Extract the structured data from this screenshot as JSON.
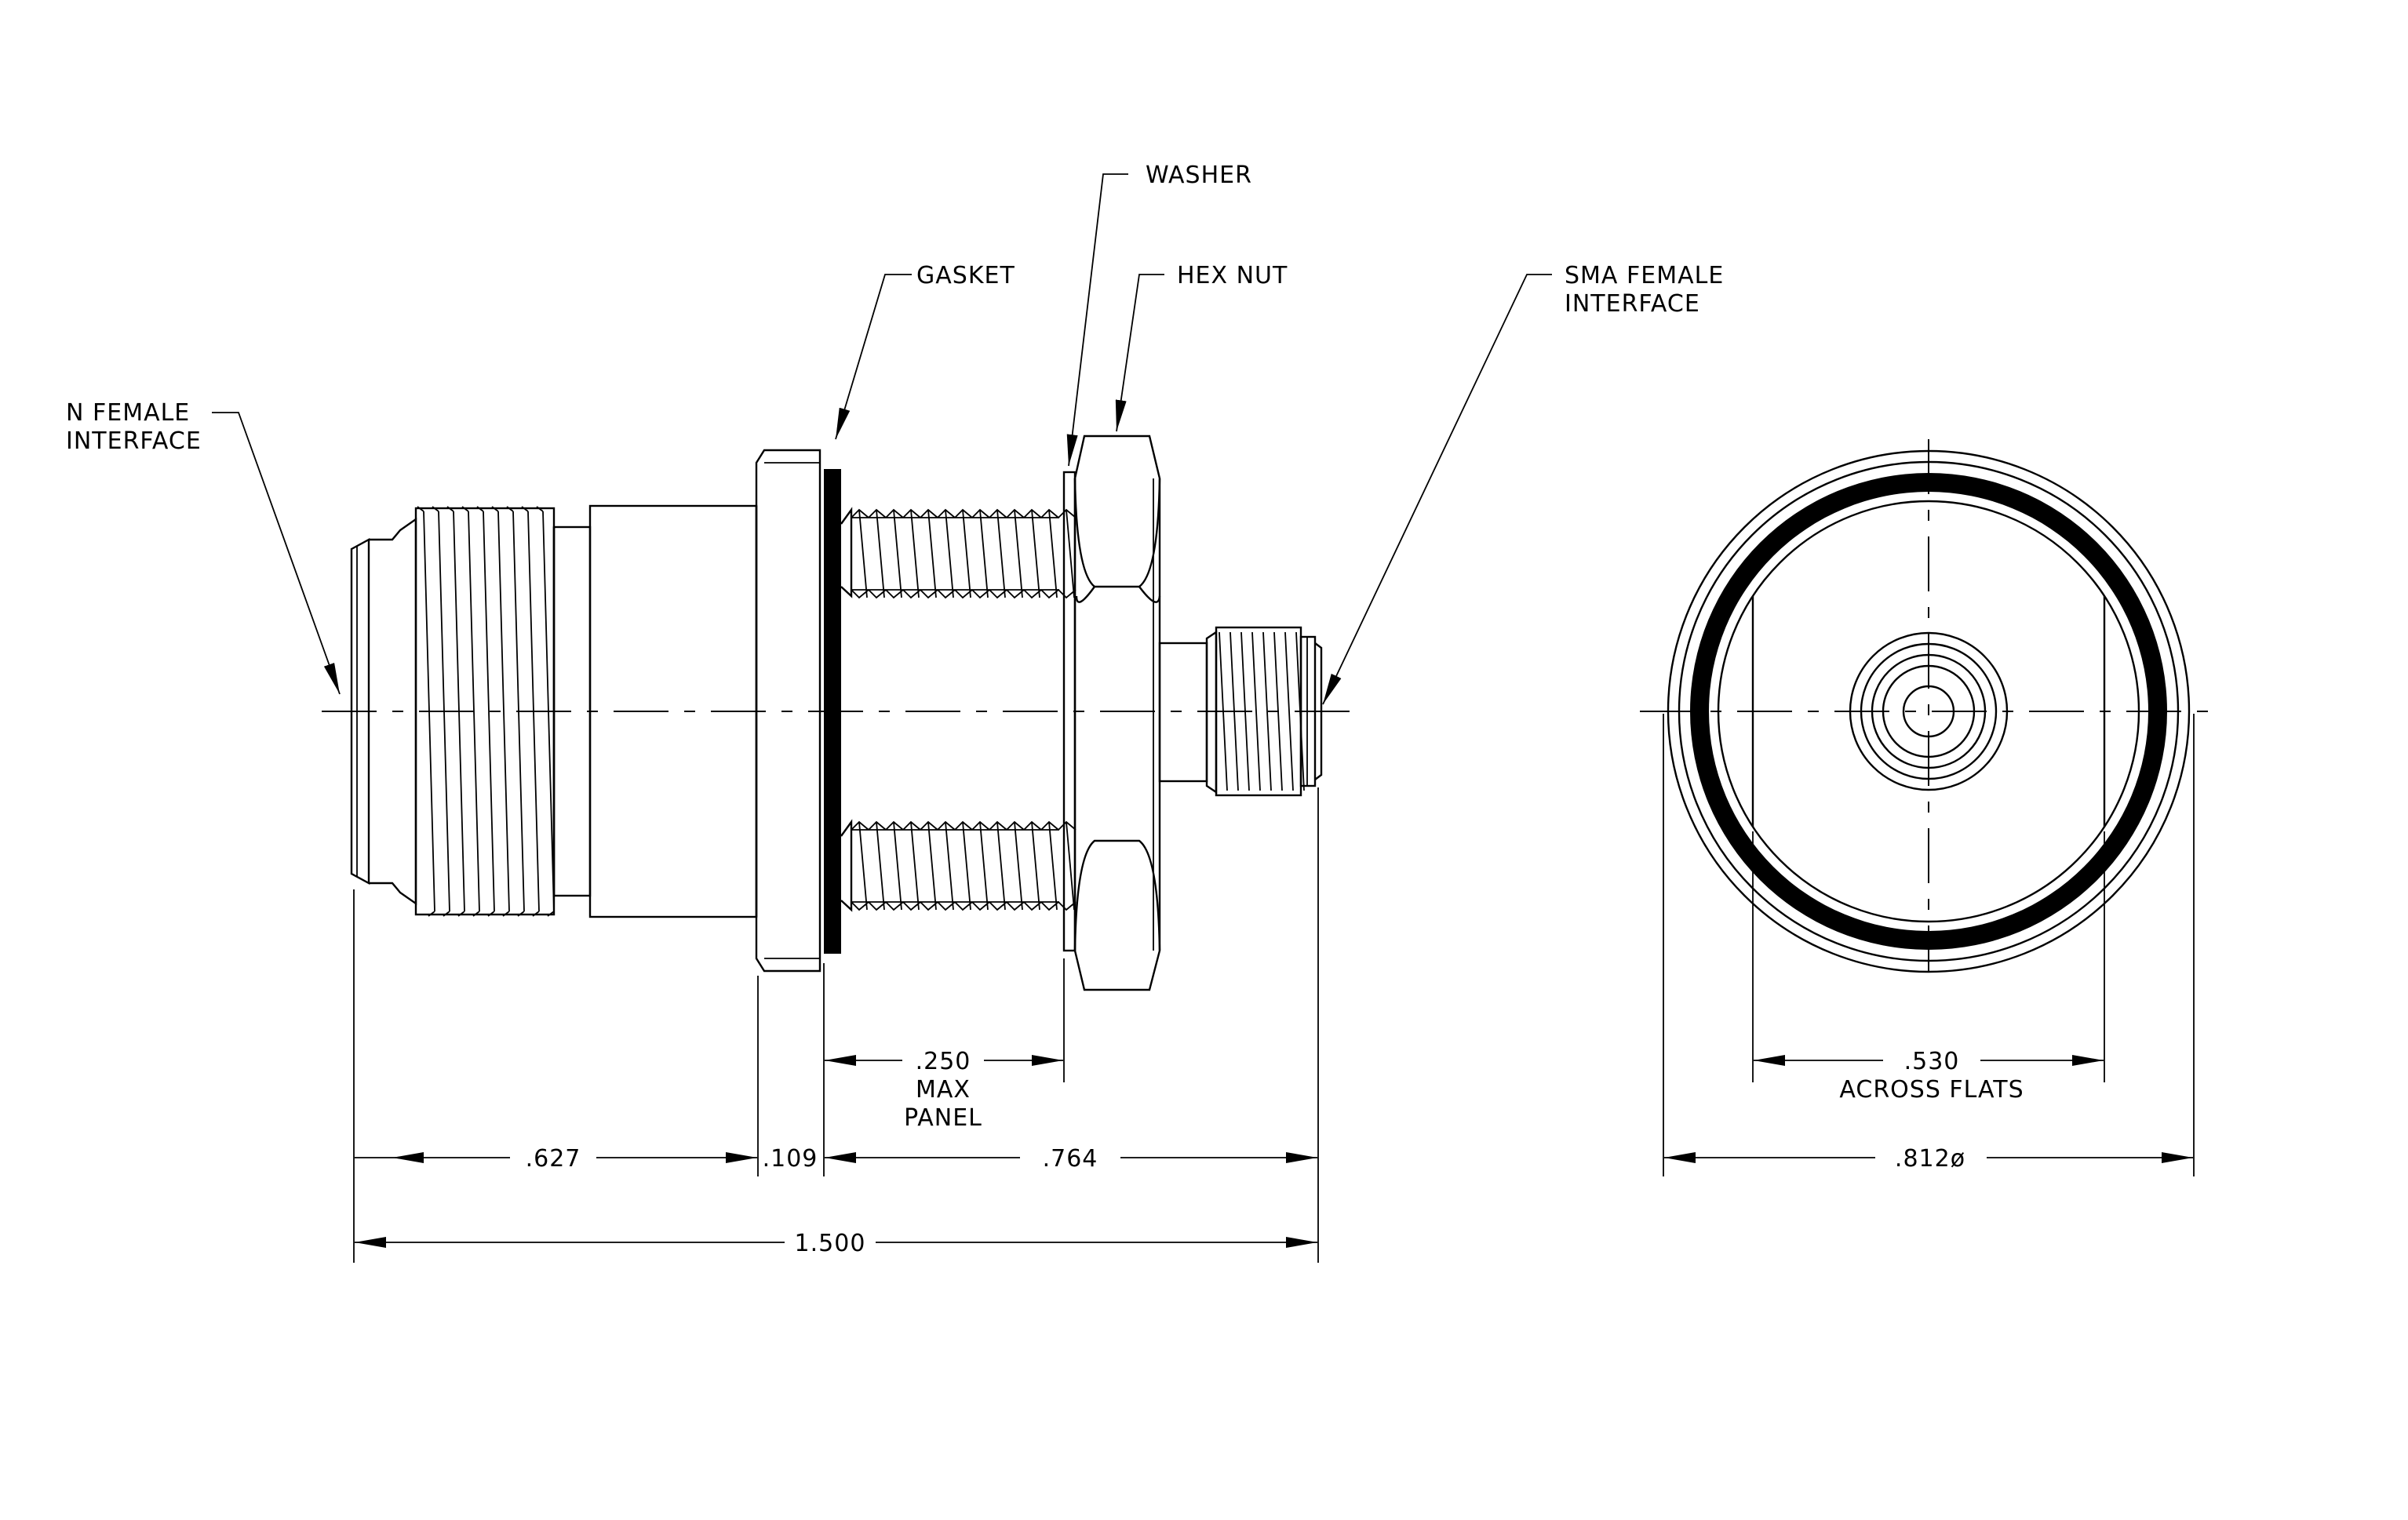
{
  "callouts": {
    "n_female_line1": "N FEMALE",
    "n_female_line2": "INTERFACE",
    "gasket": "GASKET",
    "washer": "WASHER",
    "hex_nut": "HEX NUT",
    "sma_female_line1": "SMA FEMALE",
    "sma_female_line2": "INTERFACE"
  },
  "dimensions": {
    "n_body_length": ".627",
    "flange_thickness": ".109",
    "rear_length": ".764",
    "overall_length": "1.500",
    "max_panel_value": ".250",
    "max_panel_line2": "MAX",
    "max_panel_line3": "PANEL",
    "across_flats_value": ".530",
    "across_flats_label": "ACROSS FLATS",
    "diameter": ".812ø"
  }
}
